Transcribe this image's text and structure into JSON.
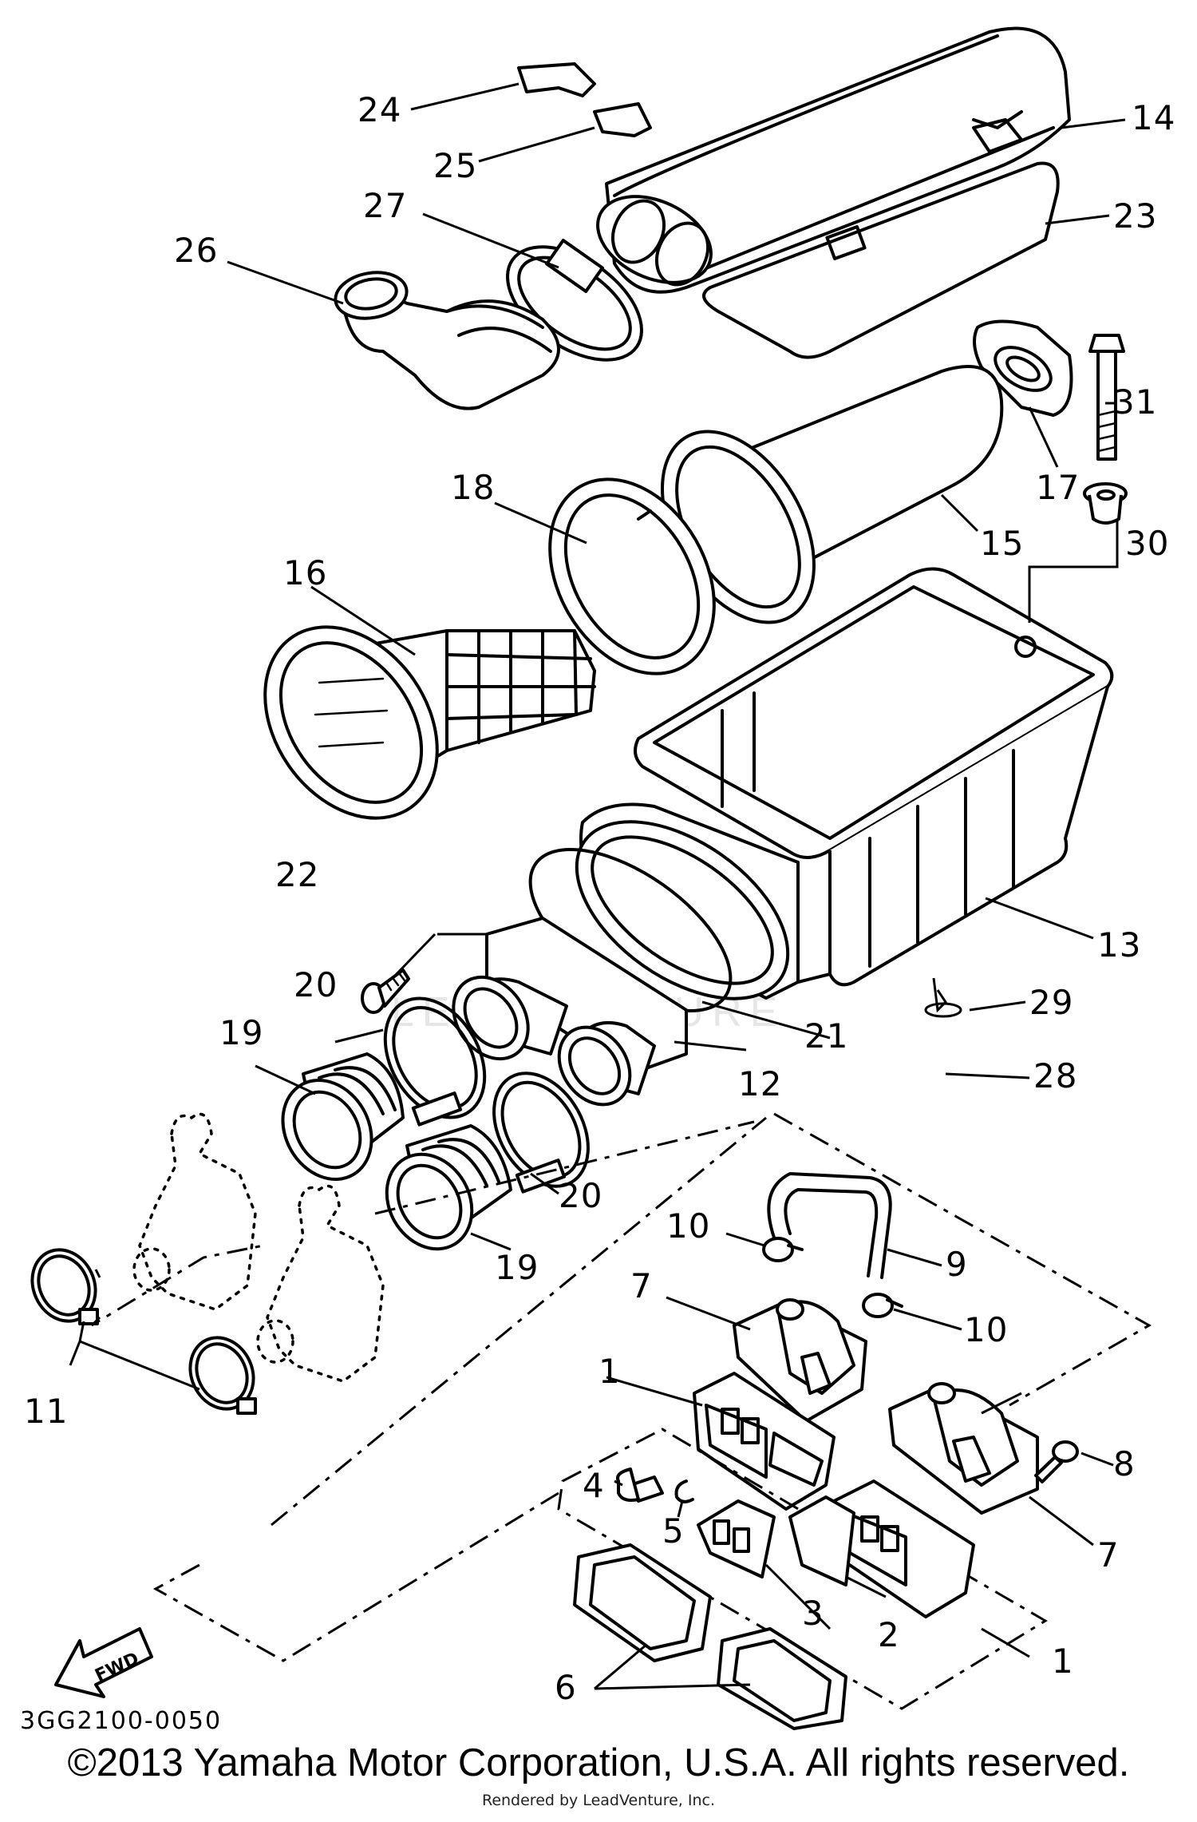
{
  "diagram": {
    "code": "3GG2100-0050",
    "watermark": "LEADVENTURE",
    "fwd_label": "FWD",
    "labels": {
      "p1a": "1",
      "p1b": "1",
      "p2": "2",
      "p3": "3",
      "p4": "4",
      "p5": "5",
      "p6": "6",
      "p7a": "7",
      "p7b": "7",
      "p8": "8",
      "p9": "9",
      "p10a": "10",
      "p10b": "10",
      "p11": "11",
      "p12": "12",
      "p13": "13",
      "p14": "14",
      "p15": "15",
      "p16": "16",
      "p17": "17",
      "p18": "18",
      "p19a": "19",
      "p19b": "19",
      "p20a": "20",
      "p20b": "20",
      "p21": "21",
      "p22": "22",
      "p23": "23",
      "p24": "24",
      "p25": "25",
      "p26": "26",
      "p27": "27",
      "p28": "28",
      "p29": "29",
      "p30": "30",
      "p31": "31"
    }
  },
  "footer": {
    "copyright": "©2013 Yamaha Motor Corporation, U.S.A. All rights reserved.",
    "rendered_by": "Rendered by LeadVenture, Inc."
  }
}
